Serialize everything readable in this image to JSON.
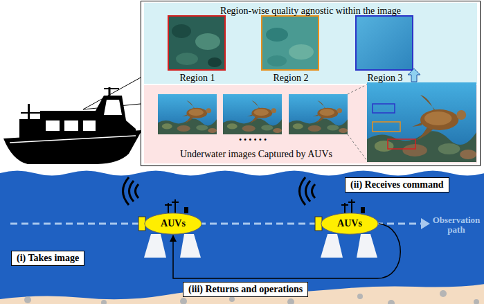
{
  "diagram": {
    "nodes": [
      {
        "text": [
          "Region-wise quality agnostic within the image"
        ]
      },
      {
        "text": [
          "Region 1"
        ],
        "in": 0
      },
      {
        "text": [
          "Region 2"
        ],
        "in": 0
      },
      {
        "text": [
          "Region 3"
        ],
        "in": 0
      },
      {
        "text": [
          "Underwater images Captured by AUVs"
        ]
      },
      {
        "text": [
          "AUVs"
        ]
      },
      {
        "text": [
          "AUVs"
        ]
      },
      {
        "text": [
          "(i) Takes image"
        ]
      },
      {
        "text": [
          "(ii) Receives command"
        ]
      }
    ],
    "edges": [
      {
        "from": 6,
        "to": 5,
        "arrow": "to",
        "label": "(iii) Returns and operations"
      }
    ],
    "labels": [
      "• • • • • •",
      "Observation path"
    ]
  }
}
